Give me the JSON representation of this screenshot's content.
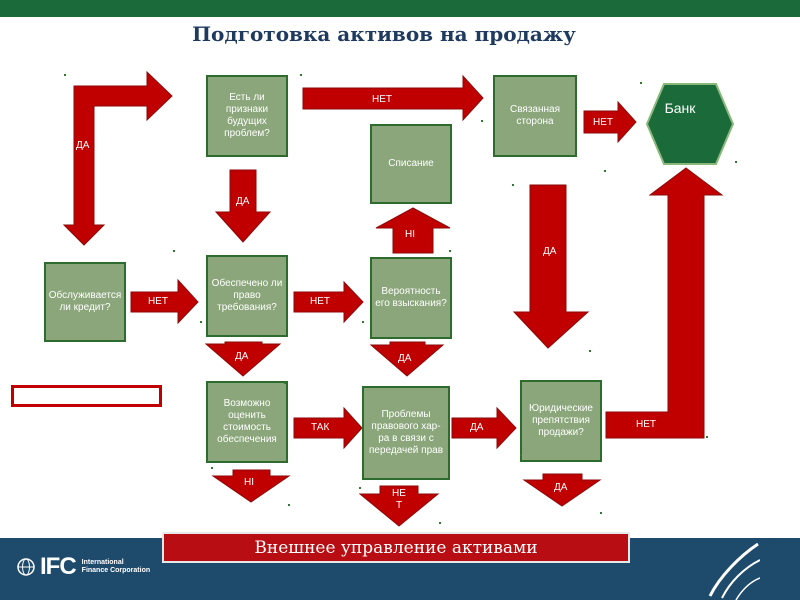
{
  "title": "Подготовка активов на продажу",
  "boxes": {
    "signs_future_problems": "Есть ли признаки будущих проблем?",
    "related_party": "Связанная сторона",
    "write_off": "Списание",
    "loan_serviced": "Обслуживается ли кредит?",
    "claim_secured": "Обеспечено ли право требования?",
    "recovery_probability": "Вероятность его взыскания?",
    "collateral_valuation": "Возможно оценить стоимость обеспечения",
    "legal_problems": "Проблемы правового хар-ра в связи с передачей прав",
    "legal_obstacles": "Юридические препятствия продажи?"
  },
  "bank_label": "Банк",
  "arrow_labels": {
    "yes_top_left": "ДА",
    "no_top": "НЕТ",
    "yes_signs_down": "ДА",
    "no_related": "НЕТ",
    "yes_related_down": "ДА",
    "ni_write_off": "НІ",
    "no_loan": "НЕТ",
    "no_secured": "НЕТ",
    "yes_secured_down": "ДА",
    "yes_recovery_down": "ДА",
    "tak_valuation": "ТАК",
    "yes_legal_problems": "ДА",
    "no_obstacles": "НЕТ",
    "ni_valuation_down": "НІ",
    "no_legal_problems_down": "НЕ Т",
    "yes_obstacles_down": "ДА"
  },
  "footer_banner": "Внешнее управление активами",
  "logo": {
    "name": "IFC",
    "org_lines": [
      "International",
      "Finance Corporation"
    ]
  },
  "colors": {
    "box_fill": "#8aa67a",
    "box_border": "#2e6b2e",
    "arrow_fill": "#c00000",
    "arrow_outline": "#8a0a0a",
    "footer": "#1e4a6b",
    "top_bar": "#1b6b3a"
  }
}
